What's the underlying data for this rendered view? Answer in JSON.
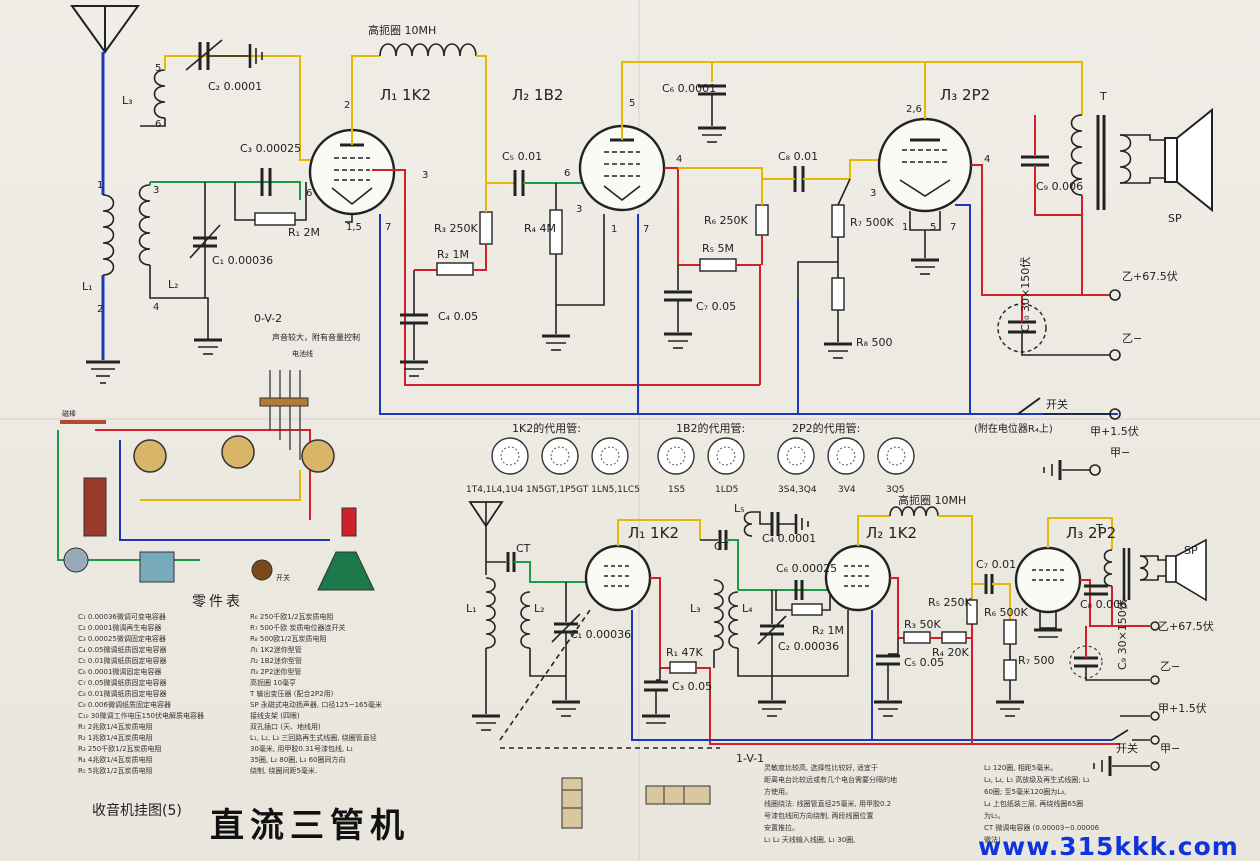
{
  "title": "直流三管机",
  "subtitle": "收音机挂图(5)",
  "watermark": "www.315kkk.com",
  "top": {
    "circuit_name": "0-V-2",
    "circuit_note": "声音较大，附有音量控制",
    "tube1": {
      "label": "Л₁ 1K2",
      "pins": [
        "2",
        "3",
        "1,5",
        "7",
        "6"
      ]
    },
    "tube2": {
      "label": "Л₂ 1B2",
      "pins": [
        "5",
        "6",
        "3",
        "4",
        "1",
        "7"
      ]
    },
    "tube3": {
      "label": "Л₃ 2P2",
      "pins": [
        "2,6",
        "3",
        "4",
        "1",
        "5",
        "7"
      ]
    },
    "choke": "高扼圈 10MH",
    "coil_pins": [
      "5",
      "6",
      "1",
      "2",
      "3",
      "4"
    ],
    "L1": "L₁",
    "L2": "L₂",
    "L3": "L₃",
    "C1": "C₁ 0.00036",
    "C2": "C₂ 0.0001",
    "C3": "C₃ 0.00025",
    "C4": "C₄ 0.05",
    "C5": "C₅ 0.01",
    "C6": "C₆ 0.0001",
    "C7": "C₇ 0.05",
    "C8": "C₈ 0.01",
    "C9": "C₉ 0.006",
    "C10": "C₁₀ 30×150伏",
    "R1": "R₁ 2M",
    "R2": "R₂ 1M",
    "R3": "R₃ 250K",
    "R4": "R₄ 4M",
    "R5": "R₅ 5M",
    "R6": "R₆ 250K",
    "R7": "R₇ 500K",
    "R8": "R₈ 500",
    "T": "T",
    "SP": "SP",
    "plus67": "乙+67.5伏",
    "minusB": "乙−",
    "switch": "开关",
    "switch_note": "(附在电位器R₄上)",
    "plusA": "甲+1.5伏",
    "minusA": "甲−"
  },
  "subs": {
    "h1": "1K2的代用管:",
    "h2": "1B2的代用管:",
    "h3": "2P2的代用管:",
    "l1": "1T4,1L4,1U4 1N5GT,1P5GT 1LN5,1LC5",
    "l2": "1S5",
    "l3": "1LD5",
    "l4": "3S4,3Q4",
    "l5": "3V4",
    "l6": "3Q5"
  },
  "wiring": {
    "title": "零件表",
    "k1": "磁棒",
    "k2": "电池线",
    "k3": "开关"
  },
  "parts_left": [
    "C₁ 0.00036微调可变电容器",
    "C₂ 0.0001微调再生电容器",
    "C₃ 0.00025微调固定电容器",
    "C₄ 0.05微调纸质固定电容器",
    "C₅ 0.01微调纸质固定电容器",
    "C₆ 0.0001微调固定电容器",
    "C₇ 0.05微调纸质固定电容器",
    "C₈ 0.01微调纸质固定电容器",
    "C₉ 0.006微调纸质固定电容器",
    "C₁₀ 30微调工作电压150伏电解质电容器",
    "R₁ 2兆欧1/4瓦炭质电阻",
    "R₂ 1兆欧1/4瓦炭质电阻",
    "R₃ 250千欧1/2瓦炭质电阻",
    "R₄ 4兆欧1/4瓦炭质电阻",
    "R₅ 5兆欧1/2瓦炭质电阻"
  ],
  "parts_right": [
    "R₆ 250千欧1/2瓦炭质电阻",
    "R₇ 500千欧 炭质电位器连开关",
    "R₈ 500欧1/2瓦炭质电阻",
    "Л₁ 1K2迷你型管",
    "Л₂ 1B2迷你型管",
    "Л₃ 2P2迷你型管",
    "高扼圈 10毫亨",
    "T 输出变压器 (配合2P2用)",
    "SP 永磁式电动扬声器, 口径125~165毫米",
    "接线支架 (四眼)",
    "双孔插口 (天、地线用)",
    "L₁, L₂, L₃ 三回路再生式线圈, 绕圈管直径",
    "30毫米, 用甲胶0.31号漆包线, L₁",
    "35圈, L₂ 80圈, L₃ 60圈同方向",
    "绕制, 绕圈间距5毫米."
  ],
  "bottom": {
    "circuit_name": "1-V-1",
    "tube1": "Л₁ 1K2",
    "tube2": "Л₂ 1K2",
    "tube3": "Л₃ 2P2",
    "choke": "高扼圈 10MH",
    "CT": "CT",
    "C1": "C₁ 0.00036",
    "C2": "C₂ 0.00036",
    "C3": "C₃ 0.05",
    "C4": "C₄ 0.0001",
    "C5": "C₅ 0.05",
    "C6": "C₆ 0.00025",
    "C7": "C₇ 0.01",
    "C8": "C₈ 0.006",
    "C9": "C₉ 30×150伏",
    "R1": "R₁ 47K",
    "R2": "R₂ 1M",
    "R3": "R₃ 50K",
    "R4": "R₄ 20K",
    "R5": "R₅ 250K",
    "R6": "R₆ 500K",
    "R7": "R₇ 500",
    "L1": "L₁",
    "L2": "L₂",
    "L3": "L₃",
    "L4": "L₄",
    "L5": "L₅",
    "T": "T",
    "SP": "SP",
    "plus67": "乙+67.5伏",
    "minusB": "乙−",
    "plusA": "甲+1.5伏",
    "switch": "开关",
    "minusA": "甲−"
  },
  "notes": {
    "n1": "灵敏度比较高, 选择性比较好, 适宜于",
    "n2": "距离电台比较远或有几个电台需要分隔的地",
    "n3": "方使用。",
    "n4": "线圈绕法: 线圈管直径25毫米, 用甲胶0.2",
    "n5": "号漆包线同方向绕制, 两段线圈位置",
    "n6": "安置推拉。",
    "n7": "L₁ L₂ 天线输入线圈, L₁ 30圈,",
    "n8": "L₂ 120圈, 相距5毫米。",
    "n9": "L₃, L₄, L₅ 高放级及再生式线圈; L₃",
    "n10": "60圈; 至5毫米120圈为L₄,",
    "n11": "L₄ 上包纸装三层, 再绕线圈65圈",
    "n12": "为L₅。",
    "n13": "CT 微调电容器 (0.00003~0.00006",
    "n14": "微法)"
  }
}
